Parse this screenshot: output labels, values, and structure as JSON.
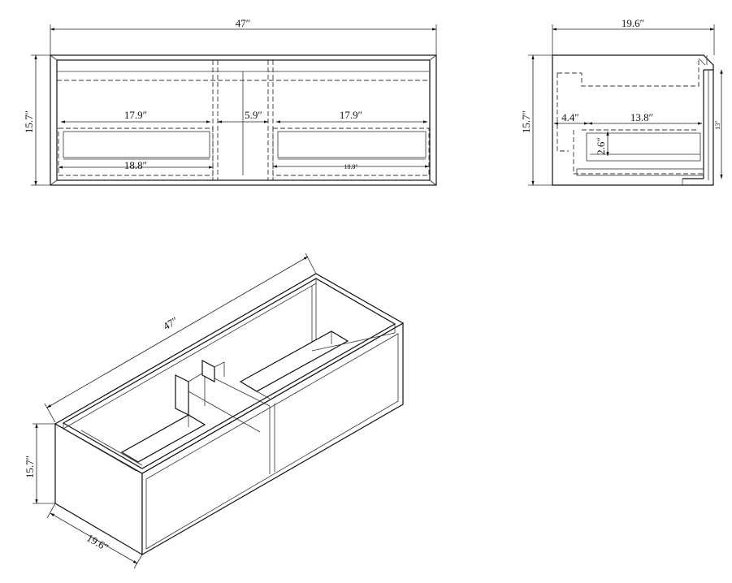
{
  "front_view": {
    "width_label": "47″",
    "height_label": "15.7″",
    "drawer_inner_width_left": "17.9″",
    "drawer_inner_width_right": "17.9″",
    "center_gap": "5.9″",
    "drawer_outer_width_left": "18.8″",
    "drawer_outer_width_right": "18.8″"
  },
  "side_view": {
    "depth_label": "19.6″",
    "height_label": "15.7″",
    "offset_label": "4.4″",
    "drawer_depth_label": "13.8″",
    "drawer_height_label": "2.6″",
    "inner_height_label": "13″"
  },
  "iso_view": {
    "width_label": "47″",
    "height_label": "15.7″",
    "depth_label": "19.6″"
  }
}
